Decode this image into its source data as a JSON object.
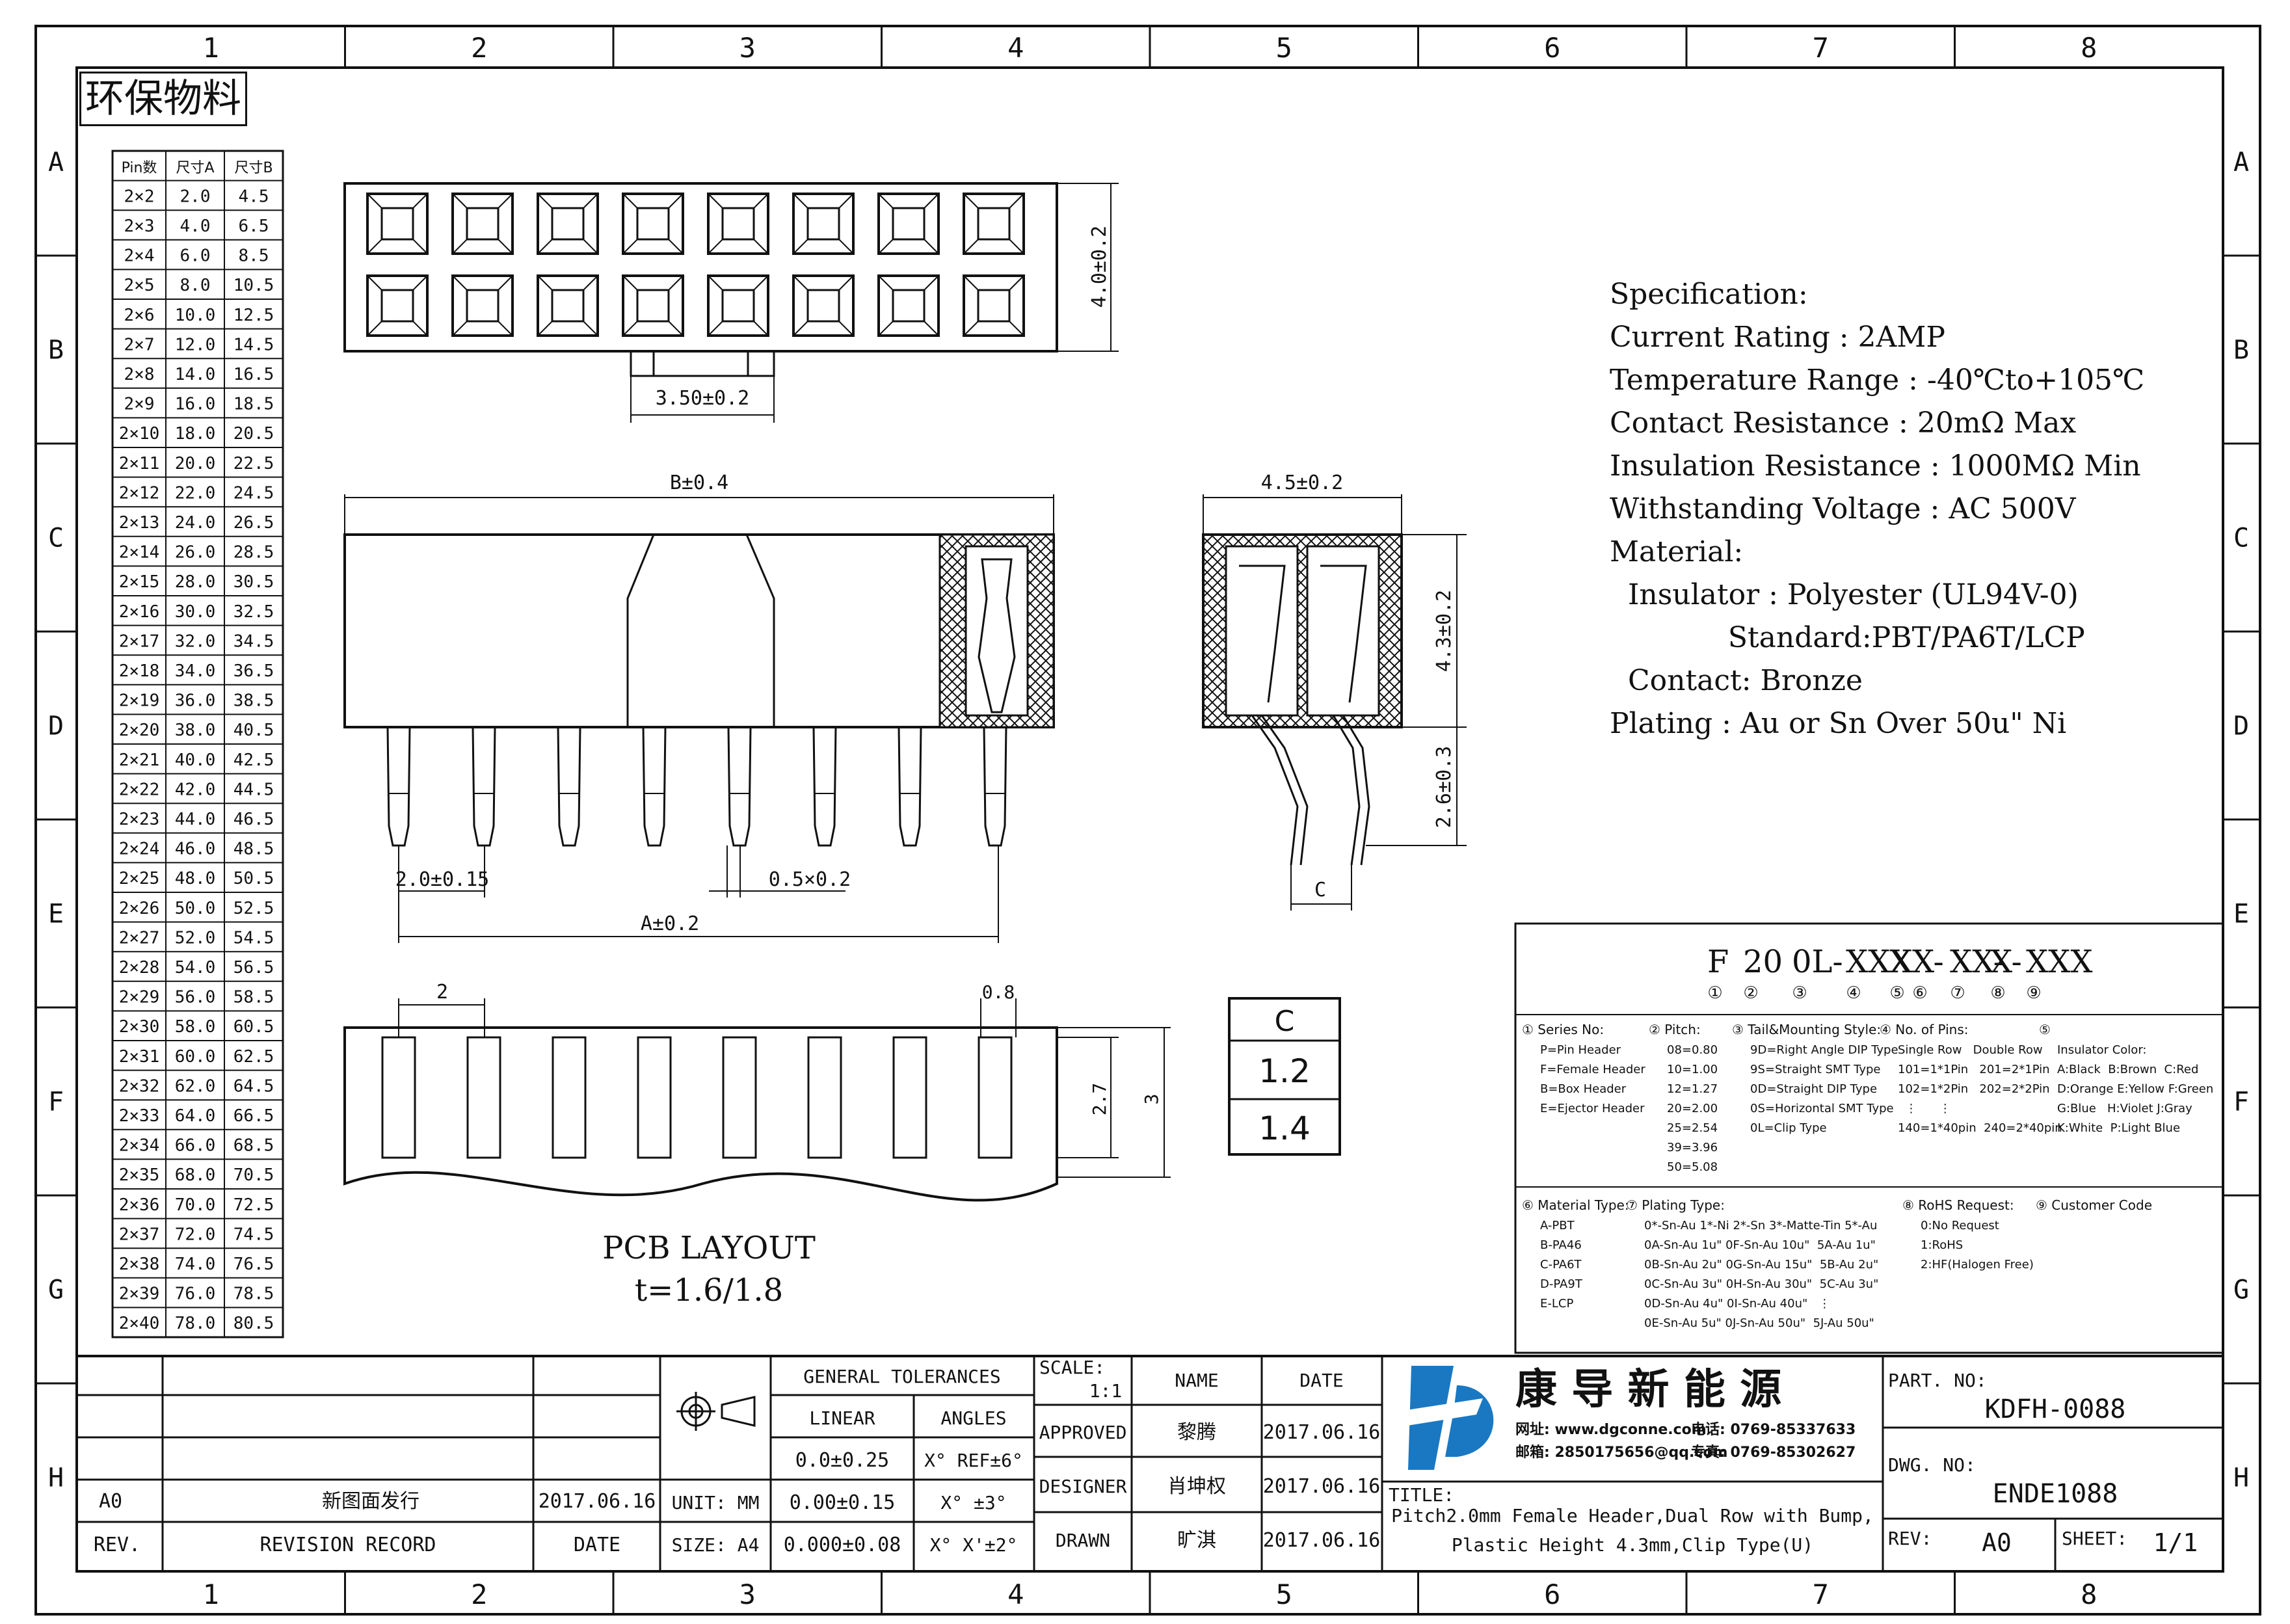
{
  "drawing_title_cn": "环保物料",
  "grid": {
    "cols": [
      "1",
      "2",
      "3",
      "4",
      "5",
      "6",
      "7",
      "8"
    ],
    "rows": [
      "A",
      "B",
      "C",
      "D",
      "E",
      "F",
      "G",
      "H"
    ]
  },
  "size_table": {
    "headers": [
      "Pin数",
      "尺寸A",
      "尺寸B"
    ],
    "rows": [
      [
        "2×2",
        "2.0",
        "4.5"
      ],
      [
        "2×3",
        "4.0",
        "6.5"
      ],
      [
        "2×4",
        "6.0",
        "8.5"
      ],
      [
        "2×5",
        "8.0",
        "10.5"
      ],
      [
        "2×6",
        "10.0",
        "12.5"
      ],
      [
        "2×7",
        "12.0",
        "14.5"
      ],
      [
        "2×8",
        "14.0",
        "16.5"
      ],
      [
        "2×9",
        "16.0",
        "18.5"
      ],
      [
        "2×10",
        "18.0",
        "20.5"
      ],
      [
        "2×11",
        "20.0",
        "22.5"
      ],
      [
        "2×12",
        "22.0",
        "24.5"
      ],
      [
        "2×13",
        "24.0",
        "26.5"
      ],
      [
        "2×14",
        "26.0",
        "28.5"
      ],
      [
        "2×15",
        "28.0",
        "30.5"
      ],
      [
        "2×16",
        "30.0",
        "32.5"
      ],
      [
        "2×17",
        "32.0",
        "34.5"
      ],
      [
        "2×18",
        "34.0",
        "36.5"
      ],
      [
        "2×19",
        "36.0",
        "38.5"
      ],
      [
        "2×20",
        "38.0",
        "40.5"
      ],
      [
        "2×21",
        "40.0",
        "42.5"
      ],
      [
        "2×22",
        "42.0",
        "44.5"
      ],
      [
        "2×23",
        "44.0",
        "46.5"
      ],
      [
        "2×24",
        "46.0",
        "48.5"
      ],
      [
        "2×25",
        "48.0",
        "50.5"
      ],
      [
        "2×26",
        "50.0",
        "52.5"
      ],
      [
        "2×27",
        "52.0",
        "54.5"
      ],
      [
        "2×28",
        "54.0",
        "56.5"
      ],
      [
        "2×29",
        "56.0",
        "58.5"
      ],
      [
        "2×30",
        "58.0",
        "60.5"
      ],
      [
        "2×31",
        "60.0",
        "62.5"
      ],
      [
        "2×32",
        "62.0",
        "64.5"
      ],
      [
        "2×33",
        "64.0",
        "66.5"
      ],
      [
        "2×34",
        "66.0",
        "68.5"
      ],
      [
        "2×35",
        "68.0",
        "70.5"
      ],
      [
        "2×36",
        "70.0",
        "72.5"
      ],
      [
        "2×37",
        "72.0",
        "74.5"
      ],
      [
        "2×38",
        "74.0",
        "76.5"
      ],
      [
        "2×39",
        "76.0",
        "78.5"
      ],
      [
        "2×40",
        "78.0",
        "80.5"
      ]
    ]
  },
  "dimensions": {
    "top_height": "4.0±0.2",
    "top_gap": "3.50±0.2",
    "front_b": "B±0.4",
    "front_pitch": "2.0±0.15",
    "front_pin": "0.5×0.2",
    "front_a": "A±0.2",
    "side_width": "4.5±0.2",
    "side_height": "4.3±0.2",
    "side_tail": "2.6±0.3",
    "side_c": "C",
    "pcb_pitch": "2",
    "pcb_slot": "0.8",
    "pcb_h1": "2.7",
    "pcb_h2": "3"
  },
  "c_table": {
    "header": "C",
    "values": [
      "1.2",
      "1.4"
    ]
  },
  "pcb_label": {
    "line1": "PCB LAYOUT",
    "line2": "t=1.6/1.8"
  },
  "spec": [
    "Specification:",
    "Current Rating : 2AMP",
    "Temperature Range : -40℃to+105℃",
    "Contact Resistance : 20mΩ Max",
    "Insulation Resistance : 1000MΩ Min",
    "Withstanding Voltage : AC 500V",
    "Material:",
    "  Insulator : Polyester (UL94V-0)",
    "             Standard:PBT/PA6T/LCP",
    "  Contact: Bronze",
    "Plating : Au or Sn Over 50u\" Ni"
  ],
  "part_code": {
    "segments": [
      "F",
      "20",
      "0L-",
      "XXX",
      "X",
      "X-",
      "XX-",
      "X-",
      "XXX"
    ],
    "numbers": [
      "①",
      "②",
      "③",
      "④",
      "⑤",
      "⑥",
      "⑦",
      "⑧",
      "⑨"
    ]
  },
  "legend": {
    "series": {
      "title": "① Series No:",
      "lines": [
        "P=Pin Header",
        "F=Female Header",
        "B=Box Header",
        "E=Ejector Header"
      ]
    },
    "pitch": {
      "title": "② Pitch:",
      "lines": [
        "08=0.80",
        "10=1.00",
        "12=1.27",
        "20=2.00",
        "25=2.54",
        "39=3.96",
        "50=5.08"
      ]
    },
    "tail": {
      "title": "③ Tail&Mounting Style:",
      "lines": [
        "9D=Right Angle DIP Type",
        "9S=Straight SMT Type",
        "0D=Straight DIP Type",
        "0S=Horizontal SMT Type",
        "0L=Clip Type"
      ]
    },
    "pins": {
      "title": "④ No. of Pins:",
      "lines": [
        "Single Row   Double Row",
        "101=1*1Pin   201=2*1Pin",
        "102=1*2Pin   202=2*2Pin",
        "  ⋮      ⋮",
        "140=1*40pin  240=2*40pin"
      ]
    },
    "insulator": {
      "title": "⑤",
      "lines": [
        "Insulator Color:",
        "A:Black  B:Brown  C:Red",
        "D:Orange E:Yellow F:Green",
        "G:Blue   H:Violet J:Gray",
        "K:White  P:Light Blue"
      ]
    },
    "material": {
      "title": "⑥ Material Type:",
      "lines": [
        "A-PBT",
        "B-PA46",
        "C-PA6T",
        "D-PA9T",
        "E-LCP"
      ]
    },
    "plating": {
      "title": "⑦ Plating Type:",
      "lines": [
        "0*-Sn-Au 1*-Ni 2*-Sn 3*-Matte-Tin 5*-Au",
        "0A-Sn-Au 1u\" 0F-Sn-Au 10u\"  5A-Au 1u\"",
        "0B-Sn-Au 2u\" 0G-Sn-Au 15u\"  5B-Au 2u\"",
        "0C-Sn-Au 3u\" 0H-Sn-Au 30u\"  5C-Au 3u\"",
        "0D-Sn-Au 4u\" 0I-Sn-Au 40u\"   ⋮",
        "0E-Sn-Au 5u\" 0J-Sn-Au 50u\"  5J-Au 50u\""
      ]
    },
    "rohs": {
      "title": "⑧ RoHS Request:",
      "lines": [
        "0:No Request",
        "1:RoHS",
        "2:HF(Halogen Free)"
      ]
    },
    "customer": {
      "title": "⑨ Customer Code",
      "lines": []
    }
  },
  "title_block": {
    "rev_row": {
      "rev": "A0",
      "record": "新图面发行",
      "date": "2017.06.16"
    },
    "rev_header": {
      "rev": "REV.",
      "record": "REVISION RECORD",
      "date": "DATE"
    },
    "general_tolerances": "GENERAL TOLERANCES",
    "linear": "LINEAR",
    "angles": "ANGLES",
    "tol_rows": [
      {
        "linear": "0.0±0.25",
        "angle": "X° REF±6°"
      },
      {
        "linear": "0.00±0.15",
        "angle": "X° ±3°"
      },
      {
        "linear": "0.000±0.08",
        "angle": "X° X'±2°"
      }
    ],
    "unit": "UNIT: MM",
    "size": "SIZE: A4",
    "scale_label": "SCALE:",
    "scale_value": "1:1",
    "name_header": "NAME",
    "date_header": "DATE",
    "approved": {
      "label": "APPROVED",
      "name": "黎腾",
      "date": "2017.06.16"
    },
    "designer": {
      "label": "DESIGNER",
      "name": "肖坤权",
      "date": "2017.06.16"
    },
    "drawn": {
      "label": "DRAWN",
      "name": "旷淇",
      "date": "2017.06.16"
    },
    "company_name": "康 导 新 能 源",
    "company_web": "网址: www.dgconne.com",
    "company_tel": "电话: 0769-85337633",
    "company_mail": "邮箱: 2850175656@qq.com",
    "company_fax": "专真: 0769-85302627",
    "part_no_label": "PART. NO:",
    "part_no": "KDFH-0088",
    "dwg_no_label": "DWG. NO:",
    "dwg_no": "ENDE1088",
    "title_label": "TITLE:",
    "title_line1": "Pitch2.0mm Female Header,Dual Row with Bump,",
    "title_line2": "Plastic Height 4.3mm,Clip Type(U)",
    "rev_label": "REV:",
    "rev_value": "A0",
    "sheet_label": "SHEET:",
    "sheet_value": "1/1"
  },
  "colors": {
    "line": "#111111",
    "logo_blue": "#1a78c2"
  }
}
